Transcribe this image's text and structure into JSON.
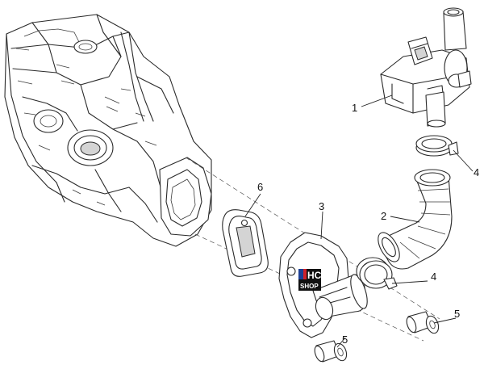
{
  "callouts": [
    {
      "id": "1",
      "label": "1"
    },
    {
      "id": "2",
      "label": "2"
    },
    {
      "id": "3",
      "label": "3"
    },
    {
      "id": "4a",
      "label": "4"
    },
    {
      "id": "4b",
      "label": "4"
    },
    {
      "id": "5a",
      "label": "5"
    },
    {
      "id": "5b",
      "label": "5"
    },
    {
      "id": "6",
      "label": "6"
    }
  ],
  "watermark": {
    "line1": "HC",
    "line2": "SHOP",
    "colors": {
      "blue": "#1c3f94",
      "red": "#d0202a",
      "black": "#111111"
    }
  }
}
